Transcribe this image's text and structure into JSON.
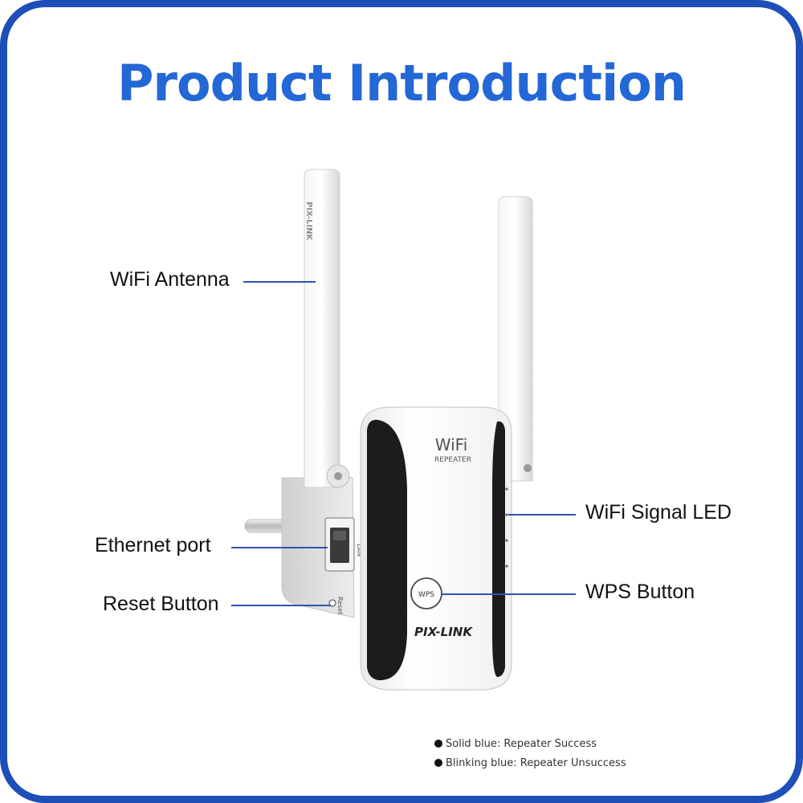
{
  "title": "Product Introduction",
  "brand": {
    "logo_text": "PIX-LINK",
    "antenna_print": "PIX-LINK",
    "wifi_text": "WiFi",
    "repeater_text": "REPEATER",
    "wps_text": "WPS",
    "lan_text": "LAN",
    "reset_text": "Reset"
  },
  "callouts": {
    "antenna": "WiFi Antenna",
    "ethernet": "Ethernet port",
    "reset": "Reset Button",
    "led": "WiFi Signal LED",
    "wps": "WPS Button"
  },
  "legend": [
    "Solid blue: Repeater Success",
    "Blinking blue: Repeater Unsuccess"
  ],
  "colors": {
    "frame": "#1e4fb8",
    "title": "#2467d6",
    "leader": "#2a55b0"
  }
}
